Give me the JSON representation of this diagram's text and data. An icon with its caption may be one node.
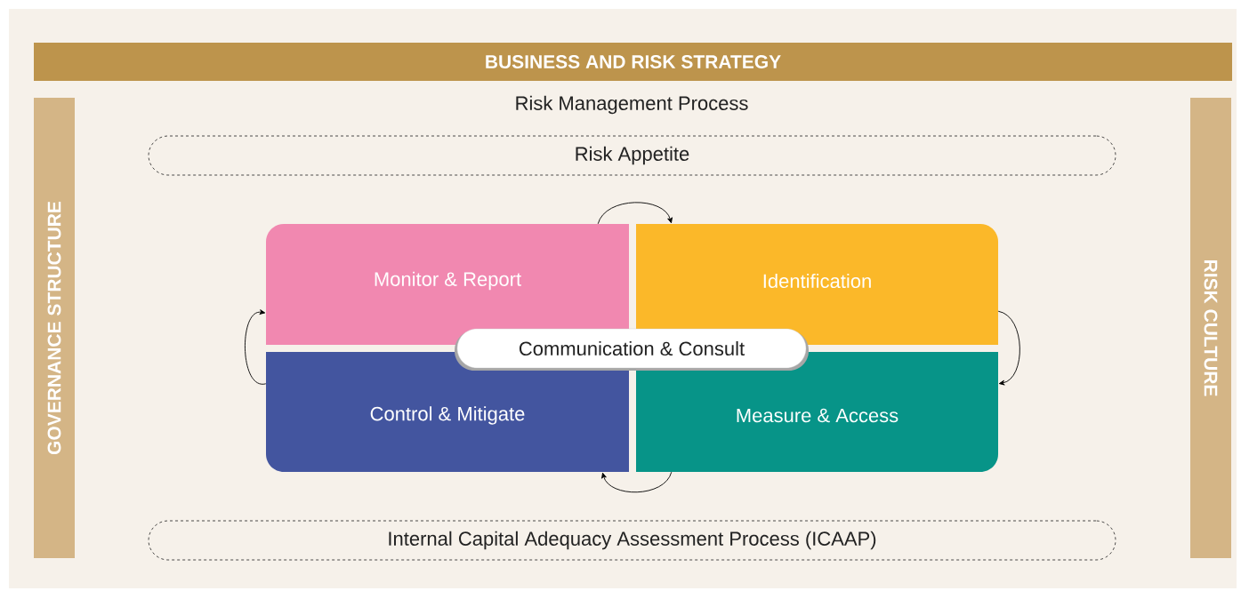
{
  "diagram": {
    "nodes": [
      {
        "text": [
          "BUSINESS AND RISK STRATEGY"
        ]
      },
      {
        "text": [
          "GOVERNANCE STRUCTURE"
        ]
      },
      {
        "text": [
          "RISK CULTURE"
        ]
      },
      {
        "text": [
          "Risk Appetite"
        ]
      },
      {
        "text": [
          "Monitor & Report"
        ]
      },
      {
        "text": [
          "Identification"
        ]
      },
      {
        "text": [
          "Control & Mitigate"
        ]
      },
      {
        "text": [
          "Measure & Access"
        ]
      },
      {
        "text": [
          "Communication & Consult"
        ]
      },
      {
        "text": [
          "Internal Capital Adequacy Assessment Process (ICAAP)"
        ]
      }
    ],
    "edges": [
      {
        "from": 4,
        "to": 5,
        "arrow": "to"
      },
      {
        "from": 5,
        "to": 7,
        "arrow": "to"
      },
      {
        "from": 7,
        "to": 6,
        "arrow": "to"
      },
      {
        "from": 6,
        "to": 4,
        "arrow": "to"
      }
    ],
    "labels": [
      "Risk Management Process"
    ]
  }
}
